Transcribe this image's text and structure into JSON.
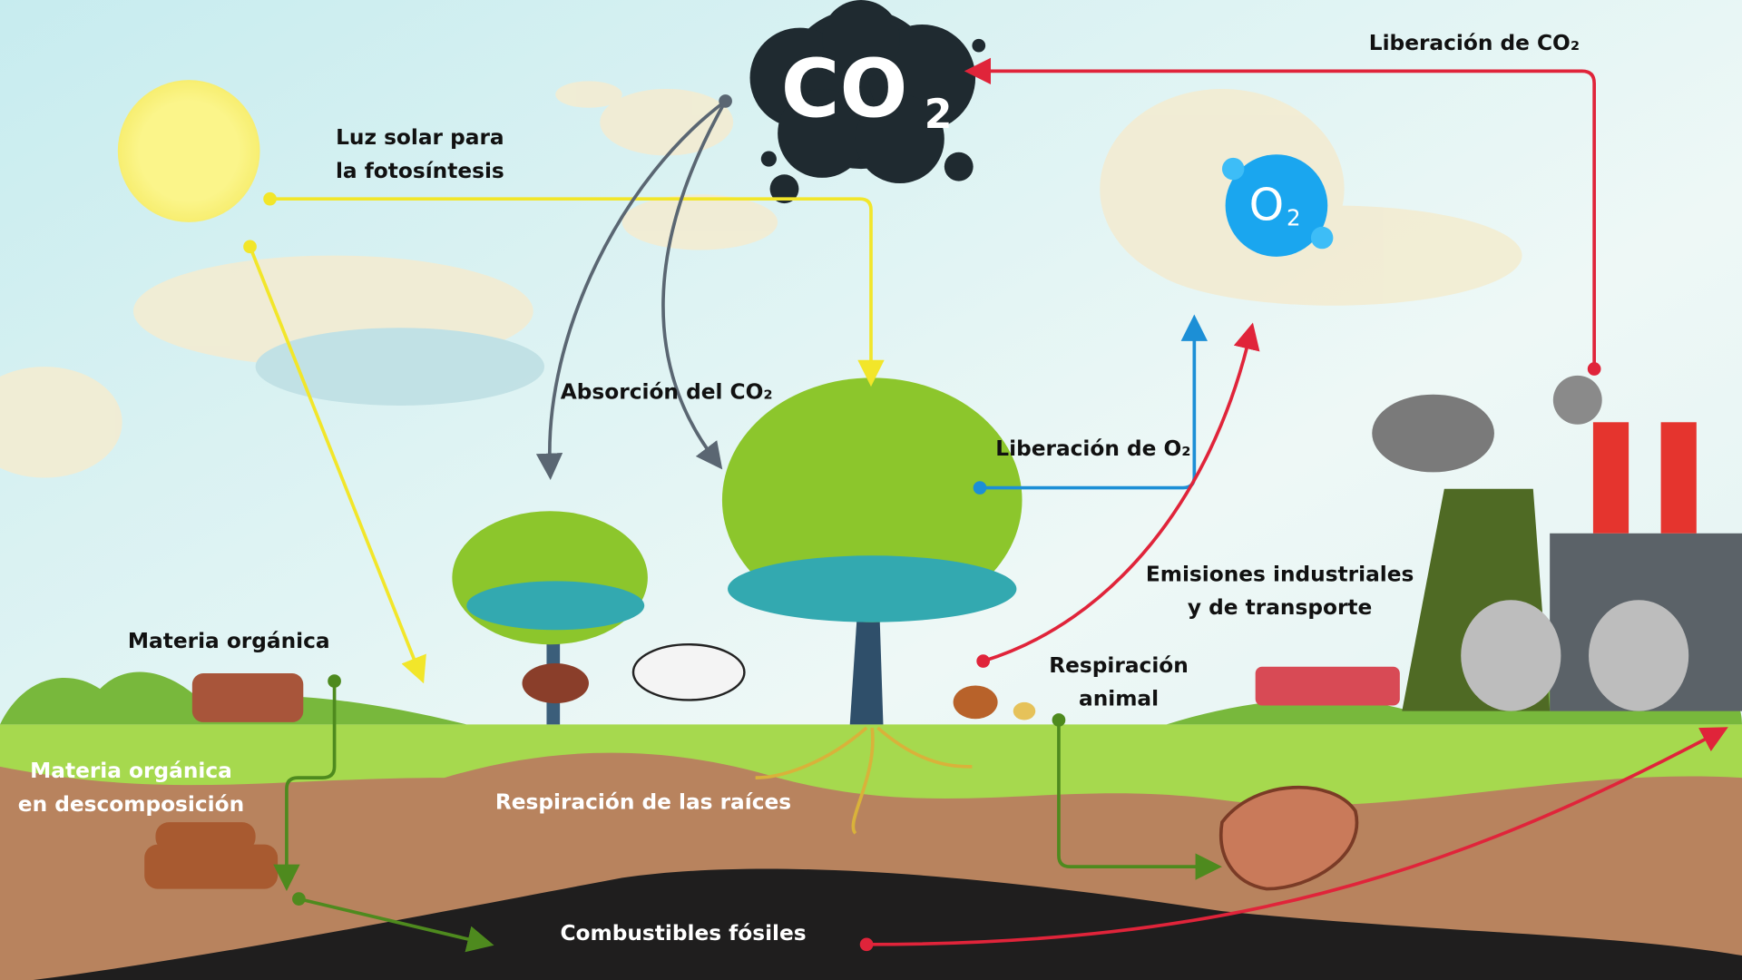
{
  "title_bubble": {
    "co2": "CO",
    "co2_sub": "2",
    "o2": "O",
    "o2_sub": "2"
  },
  "labels": {
    "sunlight_line1": "Luz solar para",
    "sunlight_line2": "la fotosíntesis",
    "co2_absorption": "Absorción del CO₂",
    "o2_release": "Liberación de O₂",
    "co2_release": "Liberación de CO₂",
    "industrial_line1": "Emisiones industriales",
    "industrial_line2": "y de transporte",
    "animal_line1": "Respiración",
    "animal_line2": "animal",
    "organic_matter": "Materia orgánica",
    "decomposition_line1": "Materia orgánica",
    "decomposition_line2": "en descomposición",
    "root_respiration": "Respiración de las raíces",
    "fossil_fuels": "Combustibles fósiles"
  },
  "colors": {
    "sunlight_arrow": "#f2e62a",
    "co2_arrow": "#5a6672",
    "o2_arrow": "#1c8fd6",
    "emission_arrow": "#e0243a",
    "decomposition_arrow": "#4e8a1e",
    "grass": "#a6d94e",
    "soil": "#b8835e",
    "fossil": "#1f1e1e",
    "co2_cloud": "#1f2a30",
    "o2_bubble": "#1aa6ef"
  }
}
